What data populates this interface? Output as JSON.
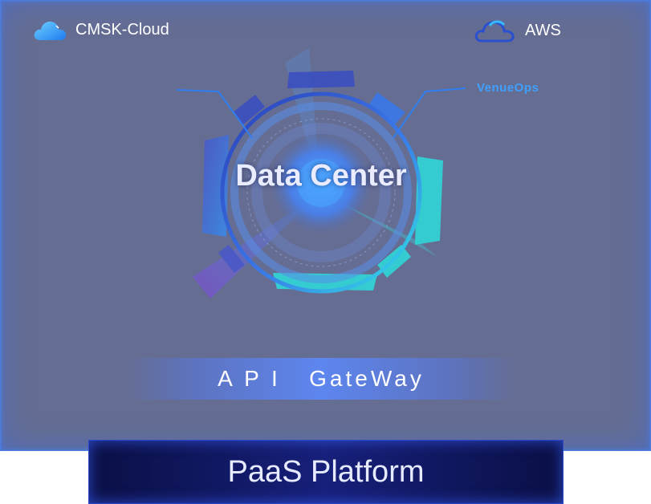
{
  "clouds": {
    "left": {
      "label": "CMSK-Cloud",
      "icon": "cloud-filled-icon"
    },
    "right": {
      "label": "AWS",
      "icon": "cloud-outline-icon"
    }
  },
  "hub": {
    "title": "Data Center",
    "callout": "VenueOps"
  },
  "gateway": {
    "label": "A P I   GateWay"
  },
  "platform": {
    "label": "PaaS Platform"
  },
  "colors": {
    "background": "#656d92",
    "accent_blue": "#3fa0ff",
    "accent_cyan": "#2ee0e0",
    "platform_bg": "#10186a"
  }
}
